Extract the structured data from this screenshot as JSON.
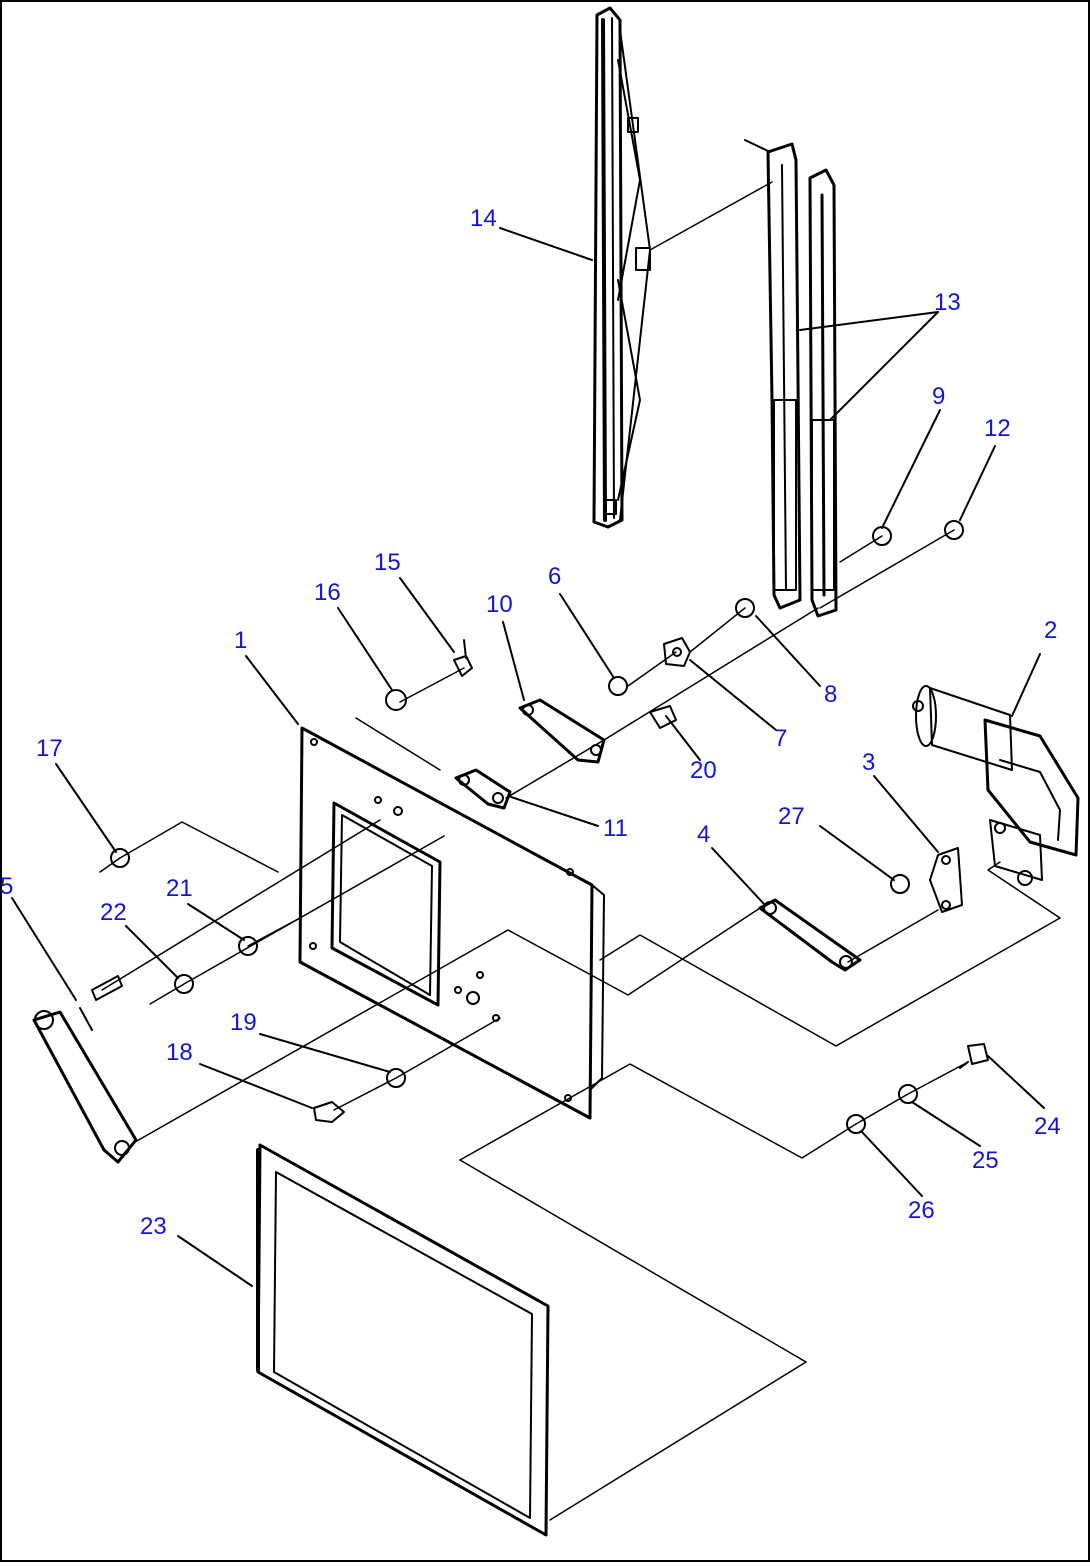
{
  "diagram": {
    "callouts": [
      "1",
      "2",
      "3",
      "4",
      "5",
      "6",
      "7",
      "8",
      "9",
      "10",
      "11",
      "12",
      "13",
      "14",
      "15",
      "16",
      "17",
      "18",
      "19",
      "20",
      "21",
      "22",
      "23",
      "24",
      "25",
      "26",
      "27"
    ]
  },
  "colors": {
    "callout": "#1414d6",
    "line": "#000000",
    "background": "#ffffff"
  }
}
